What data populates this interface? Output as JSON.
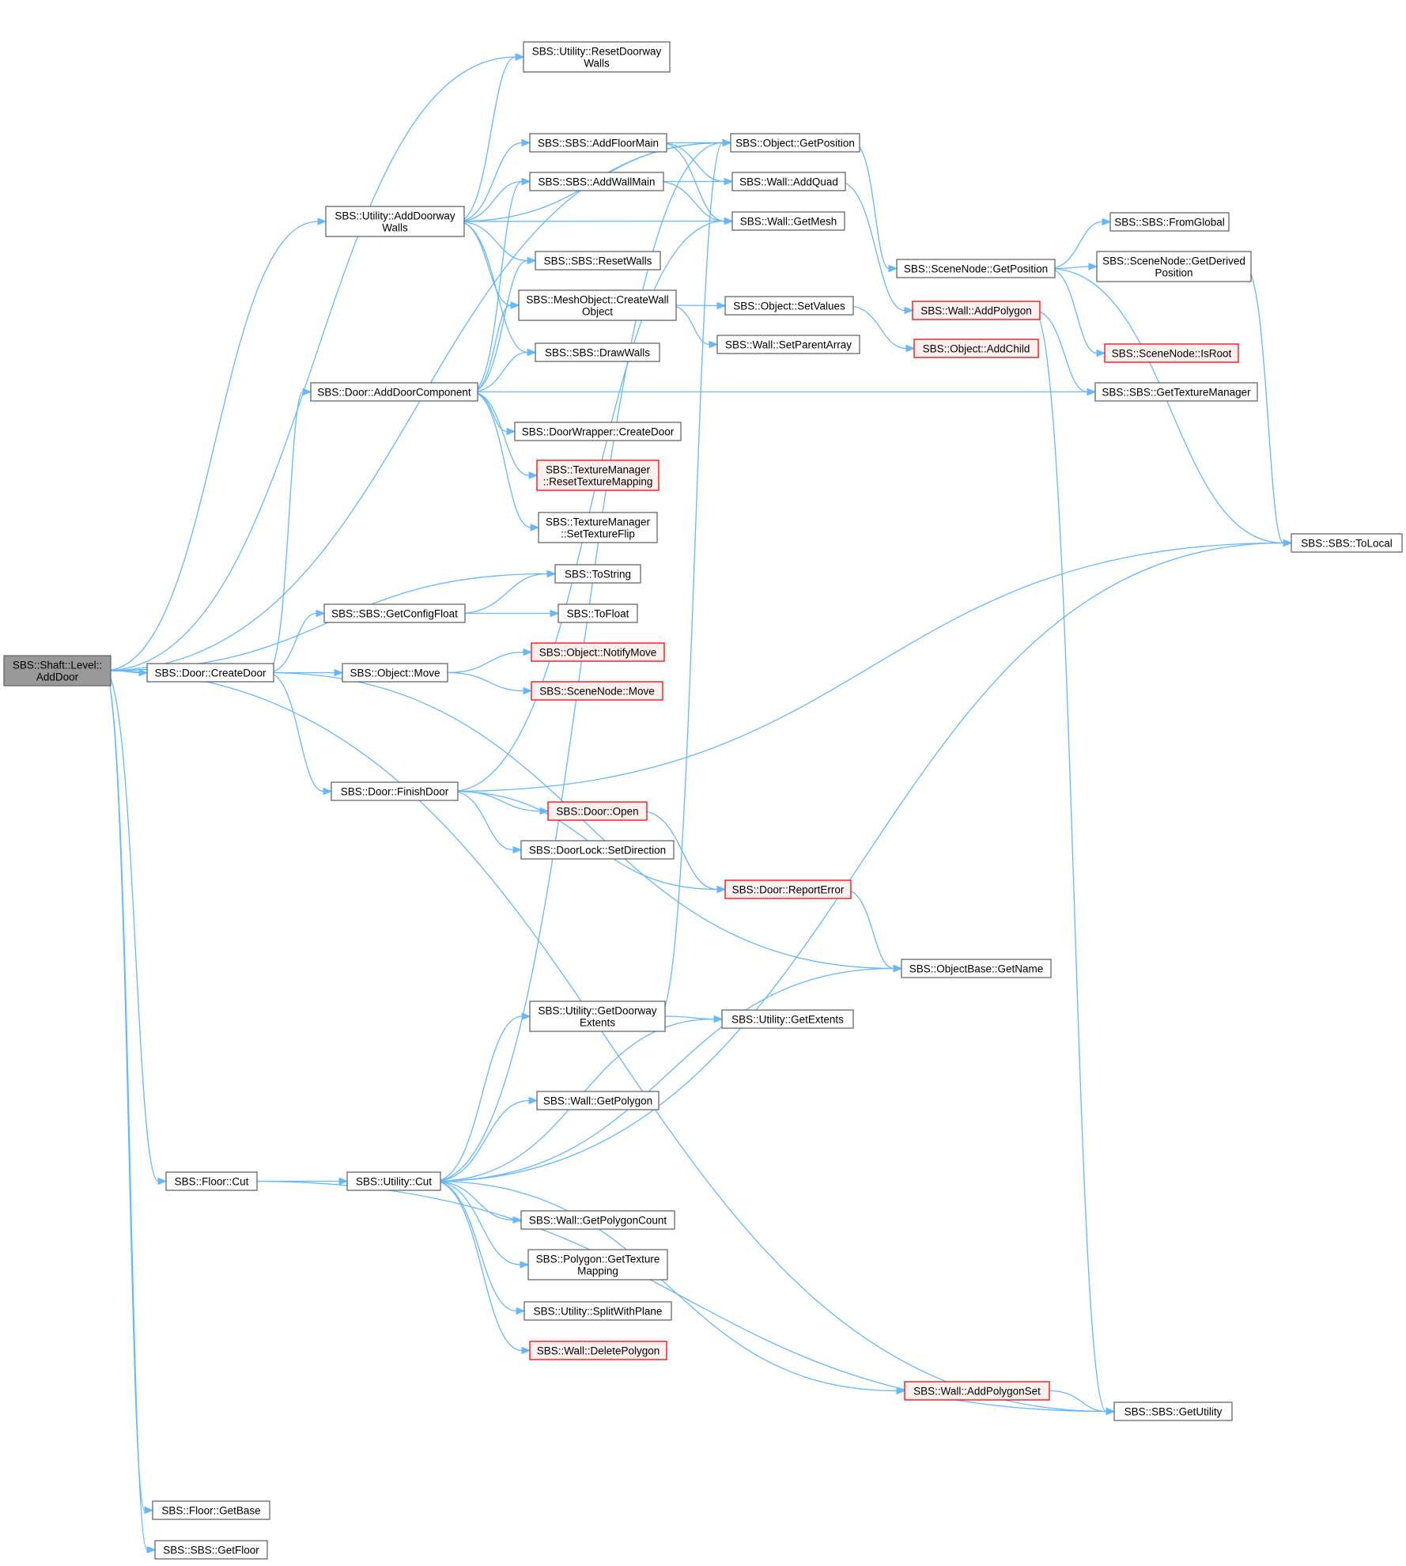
{
  "colors": {
    "edge": "#63b8ff",
    "box_border": "#666666",
    "box_fill": "#ffffff",
    "root_fill": "#999999",
    "truncated_border": "#ff0000",
    "truncated_fill": "#fff0f0"
  },
  "nodes": [
    {
      "id": "adddoor",
      "lines": [
        "SBS::Shaft::Level::",
        "AddDoor"
      ],
      "style": "root"
    },
    {
      "id": "resetdoorway",
      "lines": [
        "SBS::Utility::ResetDoorway",
        "Walls"
      ],
      "style": "normal"
    },
    {
      "id": "adddoorwaywalls",
      "lines": [
        "SBS::Utility::AddDoorway",
        "Walls"
      ],
      "style": "normal"
    },
    {
      "id": "addfloormain",
      "lines": [
        "SBS::SBS::AddFloorMain"
      ],
      "style": "normal"
    },
    {
      "id": "addwallmain",
      "lines": [
        "SBS::SBS::AddWallMain"
      ],
      "style": "normal"
    },
    {
      "id": "resetwalls",
      "lines": [
        "SBS::SBS::ResetWalls"
      ],
      "style": "normal"
    },
    {
      "id": "createwallobject",
      "lines": [
        "SBS::MeshObject::CreateWall",
        "Object"
      ],
      "style": "normal"
    },
    {
      "id": "drawwalls",
      "lines": [
        "SBS::SBS::DrawWalls"
      ],
      "style": "normal"
    },
    {
      "id": "adddoorcomponent",
      "lines": [
        "SBS::Door::AddDoorComponent"
      ],
      "style": "normal"
    },
    {
      "id": "wrappercreatedoor",
      "lines": [
        "SBS::DoorWrapper::CreateDoor"
      ],
      "style": "normal"
    },
    {
      "id": "resettexmapping",
      "lines": [
        "SBS::TextureManager",
        "::ResetTextureMapping"
      ],
      "style": "truncated"
    },
    {
      "id": "settextureflip",
      "lines": [
        "SBS::TextureManager",
        "::SetTextureFlip"
      ],
      "style": "normal"
    },
    {
      "id": "tostring",
      "lines": [
        "SBS::ToString"
      ],
      "style": "normal"
    },
    {
      "id": "getconfigfloat",
      "lines": [
        "SBS::SBS::GetConfigFloat"
      ],
      "style": "normal"
    },
    {
      "id": "tofloat",
      "lines": [
        "SBS::ToFloat"
      ],
      "style": "normal"
    },
    {
      "id": "createdoor",
      "lines": [
        "SBS::Door::CreateDoor"
      ],
      "style": "normal"
    },
    {
      "id": "objectmove",
      "lines": [
        "SBS::Object::Move"
      ],
      "style": "normal"
    },
    {
      "id": "notifymove",
      "lines": [
        "SBS::Object::NotifyMove"
      ],
      "style": "truncated"
    },
    {
      "id": "scenenodemove",
      "lines": [
        "SBS::SceneNode::Move"
      ],
      "style": "truncated"
    },
    {
      "id": "finishdoor",
      "lines": [
        "SBS::Door::FinishDoor"
      ],
      "style": "normal"
    },
    {
      "id": "dooropen",
      "lines": [
        "SBS::Door::Open"
      ],
      "style": "truncated"
    },
    {
      "id": "setdirection",
      "lines": [
        "SBS::DoorLock::SetDirection"
      ],
      "style": "normal"
    },
    {
      "id": "reporterror",
      "lines": [
        "SBS::Door::ReportError"
      ],
      "style": "truncated"
    },
    {
      "id": "getdoorwayextents",
      "lines": [
        "SBS::Utility::GetDoorway",
        "Extents"
      ],
      "style": "normal"
    },
    {
      "id": "getpolygon",
      "lines": [
        "SBS::Wall::GetPolygon"
      ],
      "style": "normal"
    },
    {
      "id": "floorcut",
      "lines": [
        "SBS::Floor::Cut"
      ],
      "style": "normal"
    },
    {
      "id": "utilitycut",
      "lines": [
        "SBS::Utility::Cut"
      ],
      "style": "normal"
    },
    {
      "id": "getpolygoncount",
      "lines": [
        "SBS::Wall::GetPolygonCount"
      ],
      "style": "normal"
    },
    {
      "id": "gettexturemapping",
      "lines": [
        "SBS::Polygon::GetTexture",
        "Mapping"
      ],
      "style": "normal"
    },
    {
      "id": "splitwithplane",
      "lines": [
        "SBS::Utility::SplitWithPlane"
      ],
      "style": "normal"
    },
    {
      "id": "deletepolygon",
      "lines": [
        "SBS::Wall::DeletePolygon"
      ],
      "style": "truncated"
    },
    {
      "id": "getbase",
      "lines": [
        "SBS::Floor::GetBase"
      ],
      "style": "normal"
    },
    {
      "id": "getfloor",
      "lines": [
        "SBS::SBS::GetFloor"
      ],
      "style": "normal"
    },
    {
      "id": "objgetposition",
      "lines": [
        "SBS::Object::GetPosition"
      ],
      "style": "normal"
    },
    {
      "id": "addquad",
      "lines": [
        "SBS::Wall::AddQuad"
      ],
      "style": "normal"
    },
    {
      "id": "getmesh",
      "lines": [
        "SBS::Wall::GetMesh"
      ],
      "style": "normal"
    },
    {
      "id": "setvalues",
      "lines": [
        "SBS::Object::SetValues"
      ],
      "style": "normal"
    },
    {
      "id": "setparentarray",
      "lines": [
        "SBS::Wall::SetParentArray"
      ],
      "style": "normal"
    },
    {
      "id": "getextents",
      "lines": [
        "SBS::Utility::GetExtents"
      ],
      "style": "normal"
    },
    {
      "id": "getname",
      "lines": [
        "SBS::ObjectBase::GetName"
      ],
      "style": "normal"
    },
    {
      "id": "addpolygonset",
      "lines": [
        "SBS::Wall::AddPolygonSet"
      ],
      "style": "truncated"
    },
    {
      "id": "scenegetposition",
      "lines": [
        "SBS::SceneNode::GetPosition"
      ],
      "style": "normal"
    },
    {
      "id": "addpolygon",
      "lines": [
        "SBS::Wall::AddPolygon"
      ],
      "style": "truncated"
    },
    {
      "id": "addchild",
      "lines": [
        "SBS::Object::AddChild"
      ],
      "style": "truncated"
    },
    {
      "id": "fromglobal",
      "lines": [
        "SBS::SBS::FromGlobal"
      ],
      "style": "normal"
    },
    {
      "id": "getderivedposition",
      "lines": [
        "SBS::SceneNode::GetDerived",
        "Position"
      ],
      "style": "normal"
    },
    {
      "id": "isroot",
      "lines": [
        "SBS::SceneNode::IsRoot"
      ],
      "style": "truncated"
    },
    {
      "id": "gettexturemanager",
      "lines": [
        "SBS::SBS::GetTextureManager"
      ],
      "style": "normal"
    },
    {
      "id": "getutility",
      "lines": [
        "SBS::SBS::GetUtility"
      ],
      "style": "normal"
    },
    {
      "id": "tolocal",
      "lines": [
        "SBS::SBS::ToLocal"
      ],
      "style": "normal"
    }
  ],
  "edges": [
    [
      "adddoor",
      "objgetposition"
    ],
    [
      "adddoor",
      "resetdoorway"
    ],
    [
      "adddoor",
      "adddoorwaywalls"
    ],
    [
      "adddoor",
      "tostring"
    ],
    [
      "adddoor",
      "createdoor"
    ],
    [
      "adddoor",
      "floorcut"
    ],
    [
      "adddoor",
      "getutility"
    ],
    [
      "adddoor",
      "getbase"
    ],
    [
      "adddoor",
      "getfloor"
    ],
    [
      "adddoorwaywalls",
      "resetdoorway"
    ],
    [
      "adddoorwaywalls",
      "objgetposition"
    ],
    [
      "adddoorwaywalls",
      "addfloormain"
    ],
    [
      "adddoorwaywalls",
      "addwallmain"
    ],
    [
      "adddoorwaywalls",
      "getmesh"
    ],
    [
      "adddoorwaywalls",
      "resetwalls"
    ],
    [
      "adddoorwaywalls",
      "createwallobject"
    ],
    [
      "adddoorwaywalls",
      "drawwalls"
    ],
    [
      "addfloormain",
      "objgetposition"
    ],
    [
      "addfloormain",
      "addquad"
    ],
    [
      "addfloormain",
      "getmesh"
    ],
    [
      "addwallmain",
      "addquad"
    ],
    [
      "addwallmain",
      "getmesh"
    ],
    [
      "createwallobject",
      "setvalues"
    ],
    [
      "createwallobject",
      "setparentarray"
    ],
    [
      "adddoorcomponent",
      "addwallmain"
    ],
    [
      "adddoorcomponent",
      "resetwalls"
    ],
    [
      "adddoorcomponent",
      "createwallobject"
    ],
    [
      "adddoorcomponent",
      "drawwalls"
    ],
    [
      "adddoorcomponent",
      "gettexturemanager"
    ],
    [
      "adddoorcomponent",
      "wrappercreatedoor"
    ],
    [
      "adddoorcomponent",
      "resettexmapping"
    ],
    [
      "adddoorcomponent",
      "settextureflip"
    ],
    [
      "getconfigfloat",
      "tostring"
    ],
    [
      "getconfigfloat",
      "tofloat"
    ],
    [
      "createdoor",
      "adddoorcomponent"
    ],
    [
      "createdoor",
      "getconfigfloat"
    ],
    [
      "createdoor",
      "objectmove"
    ],
    [
      "createdoor",
      "finishdoor"
    ],
    [
      "createdoor",
      "getname"
    ],
    [
      "objectmove",
      "notifymove"
    ],
    [
      "objectmove",
      "scenenodemove"
    ],
    [
      "finishdoor",
      "getmesh"
    ],
    [
      "finishdoor",
      "tolocal"
    ],
    [
      "finishdoor",
      "dooropen"
    ],
    [
      "finishdoor",
      "setdirection"
    ],
    [
      "finishdoor",
      "reporterror"
    ],
    [
      "dooropen",
      "reporterror"
    ],
    [
      "reporterror",
      "getname"
    ],
    [
      "floorcut",
      "utilitycut"
    ],
    [
      "floorcut",
      "getutility"
    ],
    [
      "utilitycut",
      "objgetposition"
    ],
    [
      "utilitycut",
      "getdoorwayextents"
    ],
    [
      "utilitycut",
      "getname"
    ],
    [
      "utilitycut",
      "getpolygon"
    ],
    [
      "utilitycut",
      "getextents"
    ],
    [
      "utilitycut",
      "tolocal"
    ],
    [
      "utilitycut",
      "getpolygoncount"
    ],
    [
      "utilitycut",
      "gettexturemapping"
    ],
    [
      "utilitycut",
      "splitwithplane"
    ],
    [
      "utilitycut",
      "deletepolygon"
    ],
    [
      "utilitycut",
      "addpolygonset"
    ],
    [
      "getdoorwayextents",
      "getextents"
    ],
    [
      "getdoorwayextents",
      "objgetposition"
    ],
    [
      "objgetposition",
      "scenegetposition"
    ],
    [
      "addquad",
      "addpolygon"
    ],
    [
      "setvalues",
      "addchild"
    ],
    [
      "scenegetposition",
      "fromglobal"
    ],
    [
      "scenegetposition",
      "getderivedposition"
    ],
    [
      "scenegetposition",
      "isroot"
    ],
    [
      "scenegetposition",
      "tolocal"
    ],
    [
      "getderivedposition",
      "tolocal"
    ],
    [
      "addpolygon",
      "gettexturemanager"
    ],
    [
      "addpolygon",
      "getutility"
    ],
    [
      "addpolygonset",
      "getutility"
    ]
  ]
}
